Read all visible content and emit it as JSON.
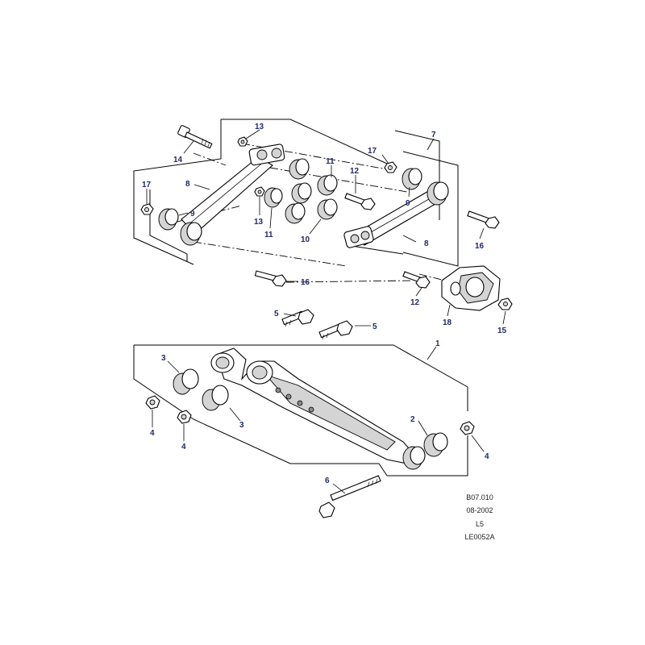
{
  "callouts": [
    "1",
    "2",
    "3",
    "3",
    "4",
    "4",
    "4",
    "5",
    "5",
    "6",
    "7",
    "8",
    "8",
    "9",
    "9",
    "10",
    "11",
    "11",
    "12",
    "12",
    "13",
    "13",
    "14",
    "15",
    "16",
    "16",
    "17",
    "17",
    "18"
  ],
  "references": {
    "figure_code": "B07.010",
    "date": "08-2002",
    "level": "L5",
    "illustration_id": "LE0052A"
  },
  "colors": {
    "callout": "#1f2a6e",
    "line": "#000000",
    "shade": "#d4d4d4"
  }
}
